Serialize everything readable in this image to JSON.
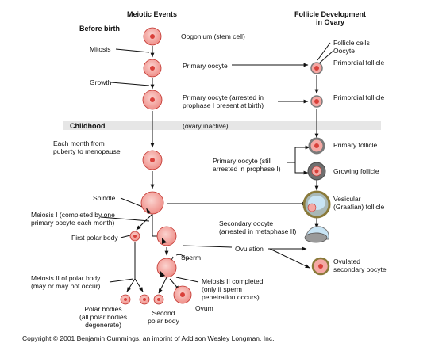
{
  "headers": {
    "meiotic_events": "Meiotic Events",
    "follicle_line1": "Follicle Development",
    "follicle_line2": "in Ovary",
    "before_birth": "Before birth",
    "childhood": "Childhood"
  },
  "labels": {
    "mitosis": "Mitosis",
    "growth": "Growth",
    "oogonium": "Oogonium (stem cell)",
    "primary_oocyte": "Primary oocyte",
    "primary_arrested_1": "Primary oocyte (arrested in",
    "primary_arrested_2": "prophase I present at birth)",
    "ovary_inactive": "(ovary inactive)",
    "each_month_1": "Each month from",
    "each_month_2": "puberty to menopause",
    "primary_still_1": "Primary oocyte (still",
    "primary_still_2": "arrested in prophase I)",
    "spindle": "Spindle",
    "meiosis1_1": "Meiosis I (completed by one",
    "meiosis1_2": "primary oocyte each month)",
    "secondary_1": "Secondary oocyte",
    "secondary_2": "(arrested in metaphase II)",
    "first_polar_body": "First polar body",
    "ovulation": "Ovulation",
    "sperm": "Sperm",
    "meiosis2_1": "Meiosis II of polar body",
    "meiosis2_2": "(may or may not occur)",
    "meiosis2_completed_1": "Meiosis II completed",
    "meiosis2_completed_2": "(only if sperm",
    "meiosis2_completed_3": "penetration occurs)",
    "polar_bodies_1": "Polar bodies",
    "polar_bodies_2": "(all polar bodies",
    "polar_bodies_3": "degenerate)",
    "second_polar_1": "Second",
    "second_polar_2": "polar body",
    "ovum": "Ovum",
    "follicle_cells": "Follicle cells",
    "oocyte": "Oocyte",
    "primordial_follicle_1": "Primordial follicle",
    "primordial_follicle_2": "Primordial follicle",
    "primary_follicle": "Primary follicle",
    "growing_follicle": "Growing follicle",
    "vesicular_1": "Vesicular",
    "vesicular_2": "(Graafian) follicle",
    "ovulated_1": "Ovulated",
    "ovulated_2": "secondary oocyte"
  },
  "copyright": "Copyright © 2001 Benjamin Cummings, an imprint of Addison Wesley Longman, Inc.",
  "colors": {
    "cell_fill": "#f4a8a4",
    "cell_stroke": "#c0302a",
    "nucleus": "#d9403a",
    "follicle_gray": "#7a7a7a",
    "band": "#e6e6e6",
    "antrum": "#c8e4f4"
  }
}
